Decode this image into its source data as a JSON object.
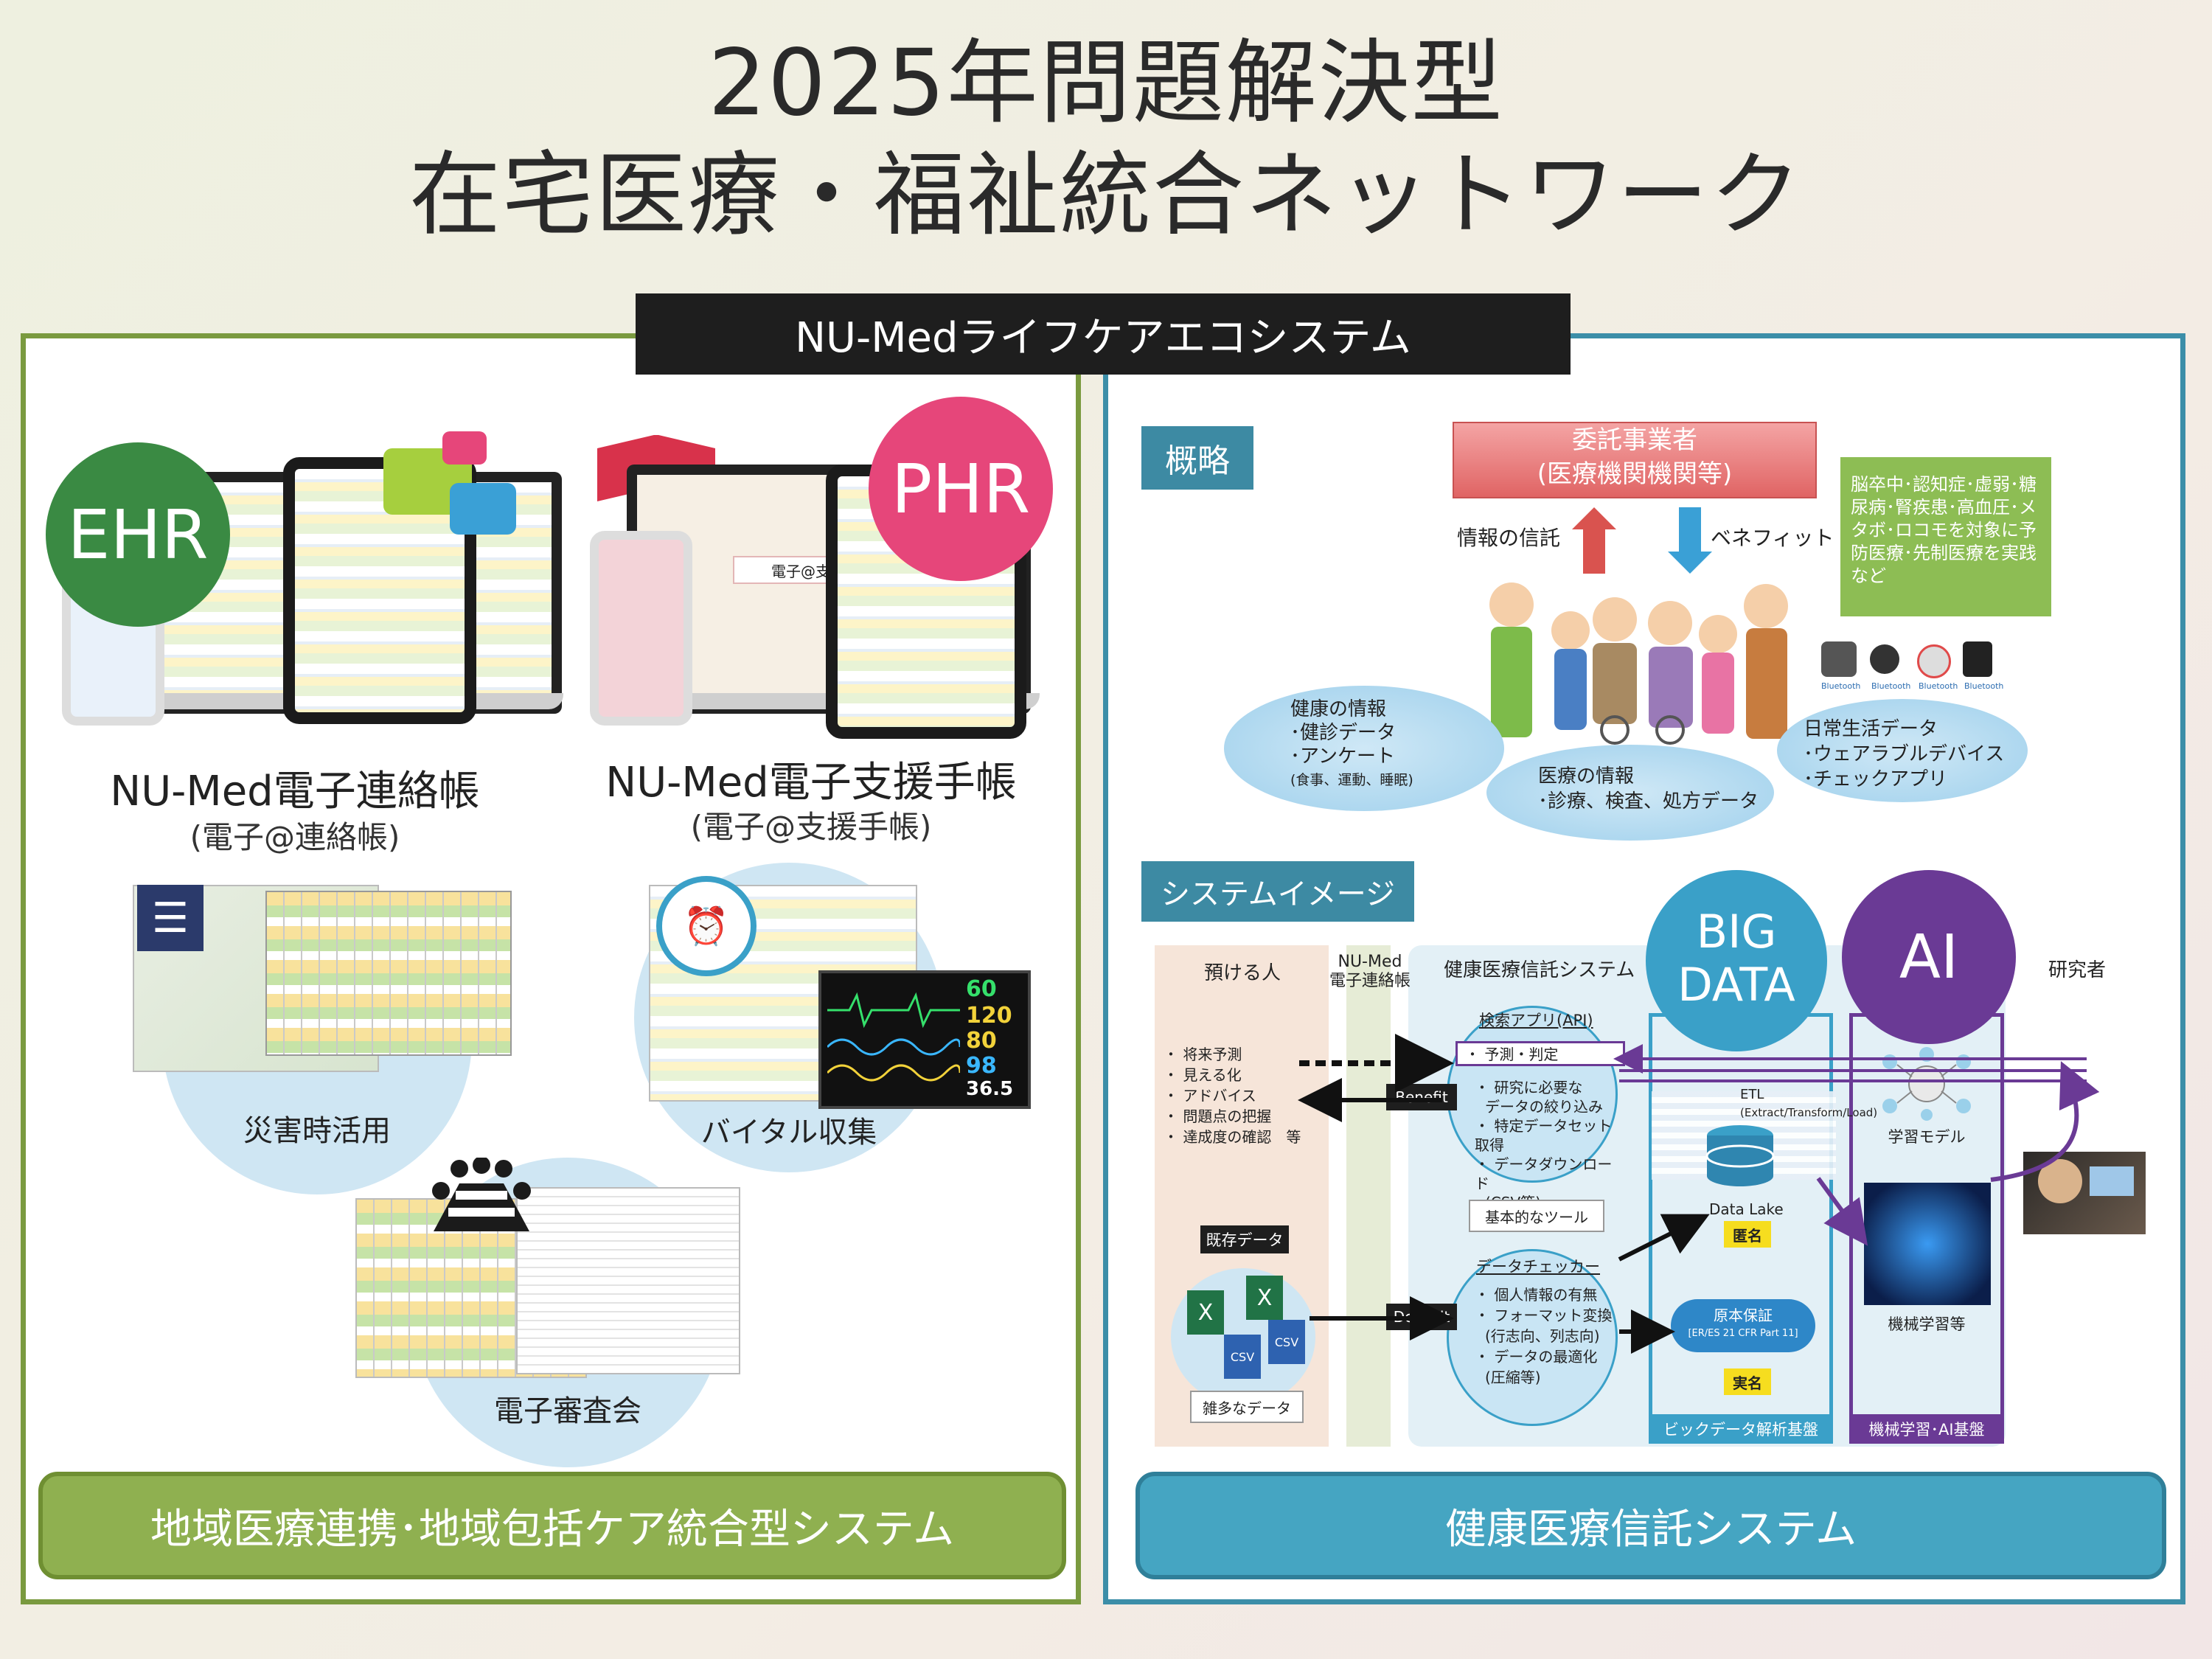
{
  "title": {
    "line1": "2025年問題解決型",
    "line2": "在宅医療・福祉統合ネットワーク"
  },
  "ecosystem_label": "NU-Medライフケアエコシステム",
  "left": {
    "ehr_badge": "EHR",
    "phr_badge": "PHR",
    "ehr_name": "NU-Med電子連絡帳",
    "ehr_sub": "(電子@連絡帳)",
    "phr_name": "NU-Med電子支援手帳",
    "phr_sub": "(電子@支援手帳)",
    "booklet_label": "電子@支援手帳",
    "disaster": "災害時活用",
    "vital": "バイタル収集",
    "review": "電子審査会",
    "vitals": [
      "60",
      "120",
      "80",
      "98",
      "36.5"
    ],
    "footer": "地域医療連携･地域包括ケア統合型システム",
    "colors": {
      "border": "#7a9a3f",
      "footer_bg": "#8fb050",
      "ehr": "#3a8a43",
      "phr": "#e6467a"
    }
  },
  "right": {
    "overview_tag": "概略",
    "trustee": {
      "line1": "委託事業者",
      "line2": "(医療機関機関等)"
    },
    "info_trust": "情報の信託",
    "benefit_label": "ベネフィット",
    "target_note": "脳卒中･認知症･虚弱･糖尿病･腎疾患･高血圧･メタボ･ロコモを対象に予防医療･先制医療を実践 など",
    "health_bubble": {
      "title": "健康の情報",
      "items": [
        "･健診データ",
        "･アンケート"
      ],
      "note": "(食事、運動、睡眠)"
    },
    "medical_bubble": {
      "title": "医療の情報",
      "items": [
        "･診療、検査、処方データ"
      ]
    },
    "daily_bubble": {
      "title": "日常生活データ",
      "items": [
        "･ウェアラブルデバイス",
        "･チェックアプリ"
      ]
    },
    "device_labels": [
      "Bluetooth",
      "Bluetooth",
      "Bluetooth",
      "Bluetooth"
    ],
    "system_tag": "システムイメージ",
    "big_data": {
      "line1": "BIG",
      "line2": "DATA"
    },
    "ai": "AI",
    "depositor_header": "預ける人",
    "nu_med_col": {
      "line1": "NU-Med",
      "line2": "電子連絡帳"
    },
    "trust_col": "健康医療信託システム",
    "researcher": "研究者",
    "depositor_items": [
      "・ 将来予測",
      "・ 見える化",
      "・ アドバイス",
      "・ 問題点の把握",
      "・ 達成度の確認　等"
    ],
    "search_api": {
      "title": "検索アプリ(API)",
      "item": "・ 予測・判定",
      "items": [
        "・ 研究に必要な",
        "データの絞り込み",
        "・ 特定データセット取得",
        "・ データダウンロード",
        "(CSV等)"
      ]
    },
    "benefit_tag": "Benefit",
    "basic_tools": "基本的なツール",
    "existing_data": "既存データ",
    "misc_data": "雑多なデータ",
    "deposit_tag": "Deposit",
    "checker": {
      "title": "データチェッカー",
      "items": [
        "・ 個人情報の有無",
        "・ フォーマット変換",
        "(行志向、列志向)",
        "・ データの最適化",
        "(圧縮等)"
      ]
    },
    "etl": {
      "line1": "ETL",
      "line2": "(Extract/Transform/Load)"
    },
    "data_lake": "Data Lake",
    "anonymous": "匿名",
    "original": {
      "line1": "原本保証",
      "line2": "[ER/ES 21 CFR Part 11]"
    },
    "real_name": "実名",
    "learning_model": "学習モデル",
    "ml": "機械学習等",
    "bigdata_footer": "ビックデータ解析基盤",
    "ai_footer": "機械学習･AI基盤",
    "footer": "健康医療信託システム",
    "colors": {
      "border": "#3c8ea8",
      "footer_bg": "#45a5c2",
      "bigdata": "#3aa0c8",
      "ai": "#6a3a95",
      "trustee": "#e86b6b",
      "note": "#8dbd54"
    }
  }
}
